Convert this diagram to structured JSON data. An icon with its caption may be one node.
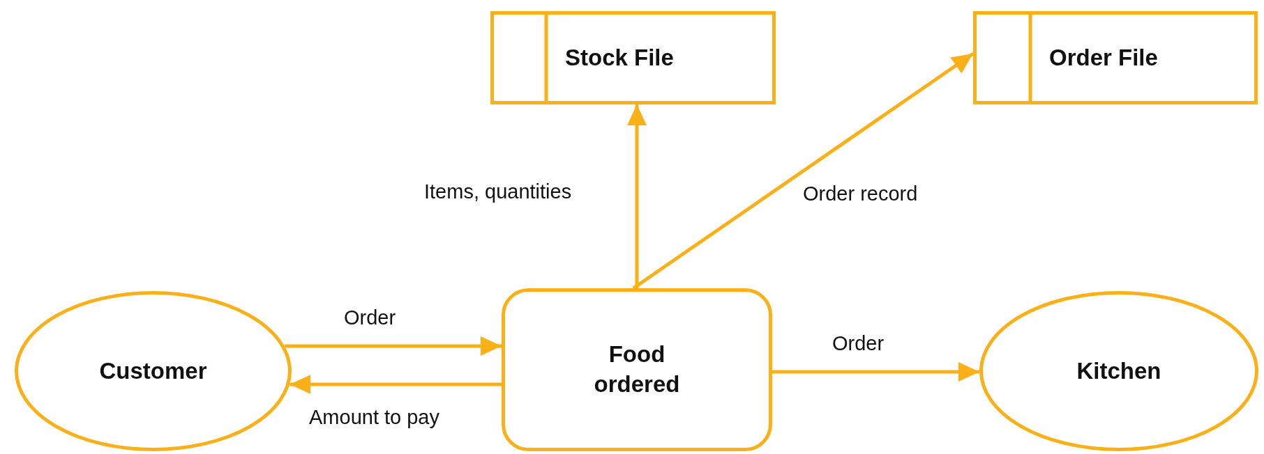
{
  "diagram": {
    "nodes": [
      {
        "text": [
          "Stock File"
        ]
      },
      {
        "text": [
          "Order File"
        ]
      },
      {
        "text": [
          "Customer"
        ]
      },
      {
        "text": [
          "Food ordered"
        ]
      },
      {
        "text": [
          "Kitchen"
        ]
      }
    ],
    "edges": [
      {
        "from": 2,
        "to": 3,
        "arrow": "to",
        "label": "Order"
      },
      {
        "from": 3,
        "to": 2,
        "arrow": "to",
        "label": "Amount to pay"
      },
      {
        "from": 3,
        "to": 4,
        "arrow": "to",
        "label": "Order"
      },
      {
        "from": 3,
        "to": 0,
        "arrow": "to",
        "label": "Items, quantities"
      },
      {
        "from": 3,
        "to": 1,
        "arrow": "to",
        "label": "Order record"
      }
    ]
  }
}
